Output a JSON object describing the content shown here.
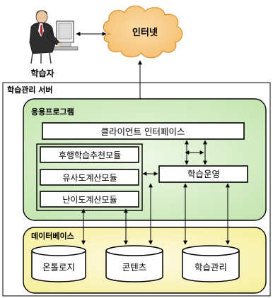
{
  "internet": {
    "label": "인터넷"
  },
  "learner": {
    "label": "학습자"
  },
  "server": {
    "title": "학습관리 서버"
  },
  "application": {
    "title": "응용프로그램",
    "client_interface": "클라이언트 인터페이스",
    "modules": [
      "후행학습추천모듈",
      "유사도계산모듈",
      "난이도계산모듈"
    ],
    "learning_operation": "학습운영"
  },
  "database": {
    "title": "데이터베이스",
    "stores": [
      "온톨로지",
      "콘텐츠",
      "학습관리"
    ]
  },
  "colors": {
    "cloud": "#f6c072",
    "app_panel_edge": "#c5e6b2",
    "app_panel_center": "#eef8e6",
    "db_panel_edge": "#f6ef9d",
    "db_panel_center": "#fdfbe6"
  },
  "icons": {
    "learner": "person-at-computer-icon"
  }
}
